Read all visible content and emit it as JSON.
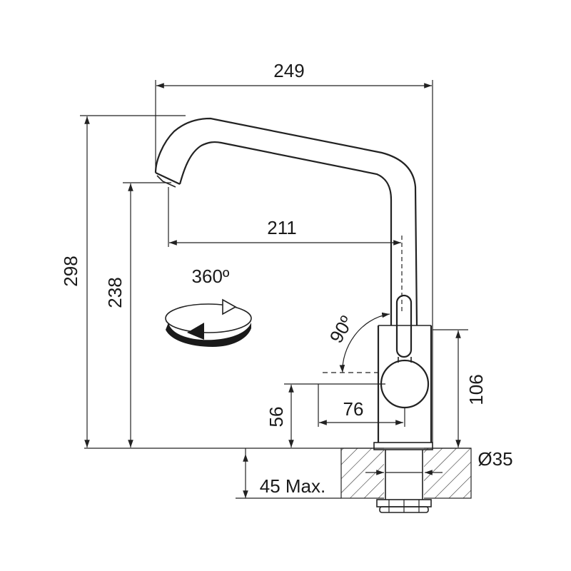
{
  "dimensions": {
    "total_width": "249",
    "total_height": "298",
    "spout_height": "238",
    "spout_reach": "211",
    "rotation": "360º",
    "lever_angle": "90º",
    "lever_length": "76",
    "lever_height": "56",
    "body_height": "106",
    "hole_diameter": "Ø35",
    "max_thickness": "45 Max."
  },
  "colors": {
    "stroke": "#222222",
    "fill_dark": "#1a1a1a",
    "background": "#ffffff"
  }
}
